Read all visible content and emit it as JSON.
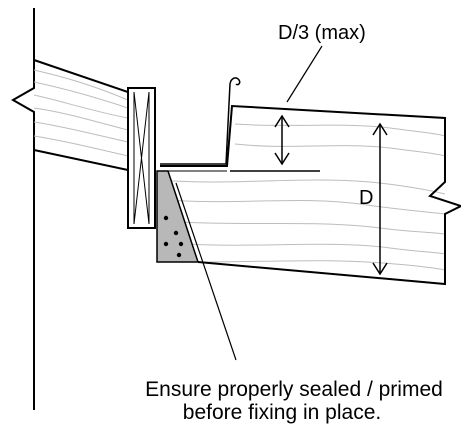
{
  "diagram": {
    "label_notch_max": "D/3 (max)",
    "label_depth": "D",
    "caption_line1": "Ensure properly sealed / primed",
    "caption_line2": "before fixing in place."
  },
  "colors": {
    "ink": "#000000",
    "grain": "#bdbdbd",
    "seal_fill": "#b8b8b8",
    "background": "#ffffff"
  }
}
